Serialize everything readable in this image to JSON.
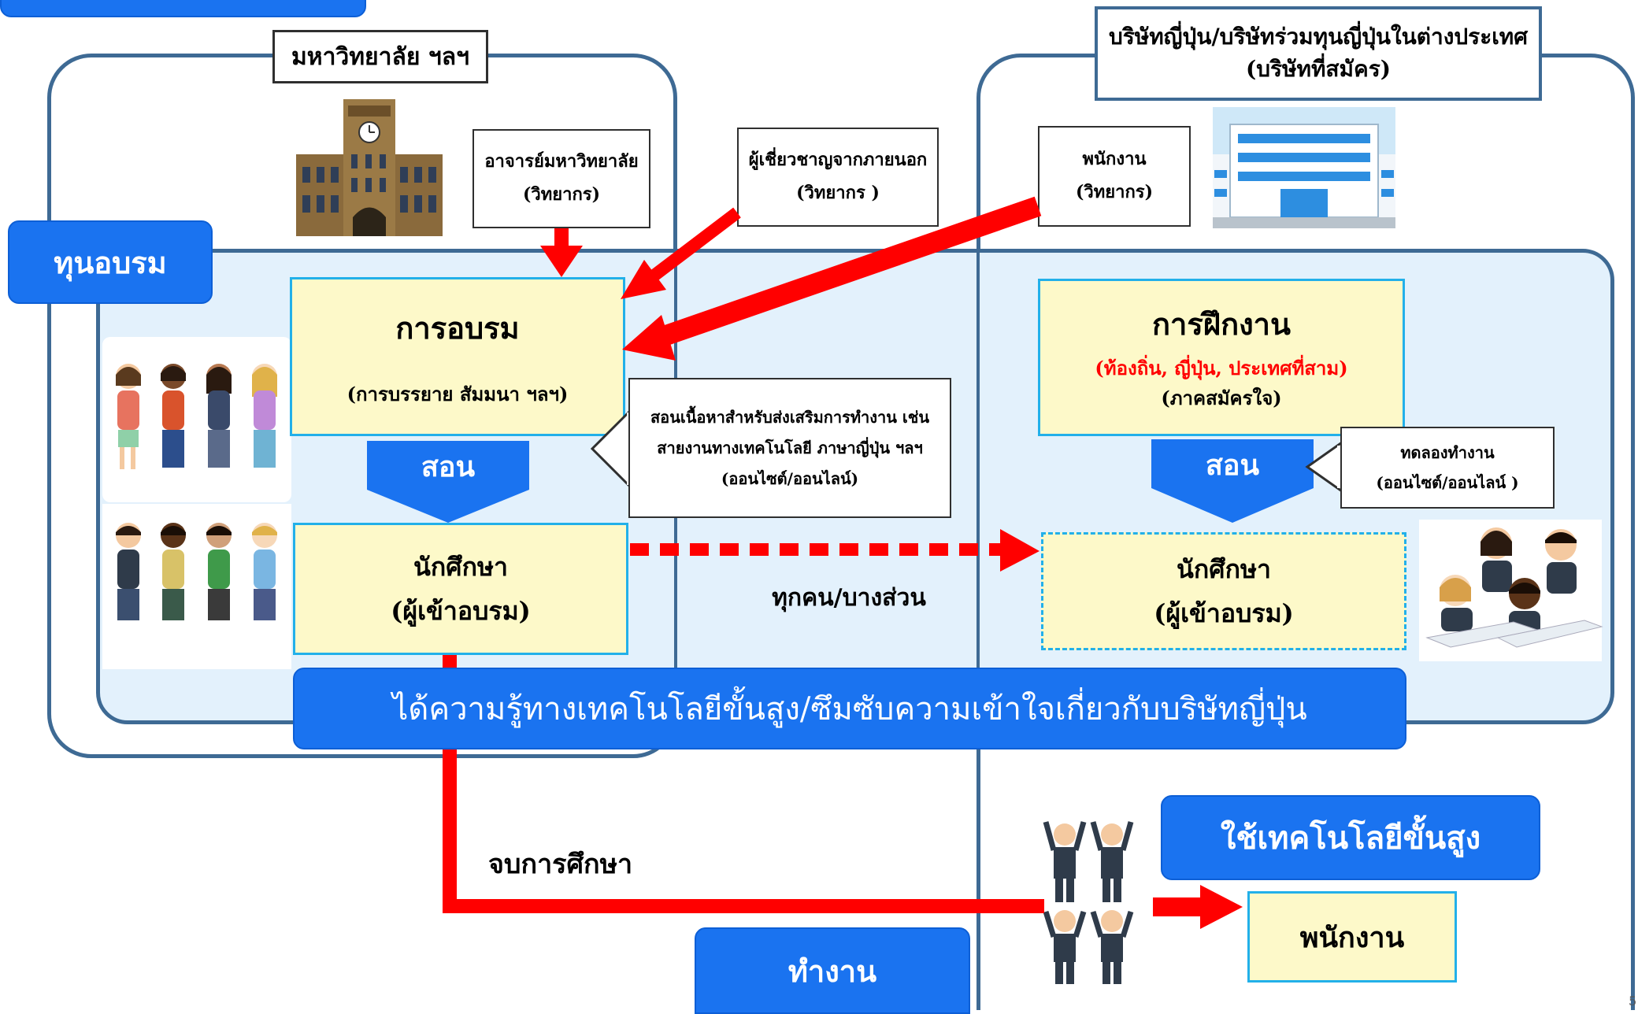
{
  "university": {
    "label": "มหาวิทยาลัย ฯลฯ"
  },
  "company": {
    "label_line1": "บริษัทญี่ปุ่น/บริษัทร่วมทุนญี่ปุ่นในต่างประเทศ",
    "label_line2": "(บริษัทที่สมัคร)"
  },
  "scholarship": {
    "label": "ทุนอบรม"
  },
  "lecturers": {
    "univ_line1": "อาจารย์มหาวิทยาลัย",
    "univ_line2": "(วิทยากร)",
    "external_line1": "ผู้เชี่ยวชาญจากภายนอก",
    "external_line2": "(วิทยากร )",
    "employee_line1": "พนักงาน",
    "employee_line2": "(วิทยากร)"
  },
  "training": {
    "title": "การอบรม",
    "subtitle": "(การบรรยาย สัมมนา ฯลฯ)"
  },
  "internship": {
    "title": "การฝึกงาน",
    "subtitle_red": "(ท้องถิ่น, ญี่ปุ่น, ประเทศที่สาม)",
    "subtitle": "(ภาคสมัครใจ)"
  },
  "teach_label": "สอน",
  "content_note": {
    "line1": "สอนเนื้อหาสำหรับส่งเสริมการทำงาน เช่น",
    "line2": "สายงานทางเทคโนโลยี ภาษาญี่ปุ่น ฯลฯ",
    "line3": "(ออนไซต์/ออนไลน์)"
  },
  "trial_note": {
    "line1": "ทดลองทำงาน",
    "line2": "(ออนไซต์/ออนไลน์ )"
  },
  "student": {
    "line1": "นักศึกษา",
    "line2": "(ผู้เข้าอบรม)"
  },
  "all_some": "ทุกคน/บางส่วน",
  "knowledge_banner": "ได้ความรู้ทางเทคโนโลยีขั้นสูง/ซึมซับความเข้าใจเกี่ยวกับบริษัทญี่ปุ่น",
  "graduate": "จบการศึกษา",
  "work": "ทำงาน",
  "advanced_tech": "ใช้เทคโนโลยีขั้นสูง",
  "employee": "พนักงาน",
  "page_number": "5",
  "colors": {
    "blue": "#1a73f0",
    "red": "#ff0000",
    "yellow": "#fdf9c9",
    "frame": "#3e6a94",
    "light_blue": "#e3f1fc"
  }
}
